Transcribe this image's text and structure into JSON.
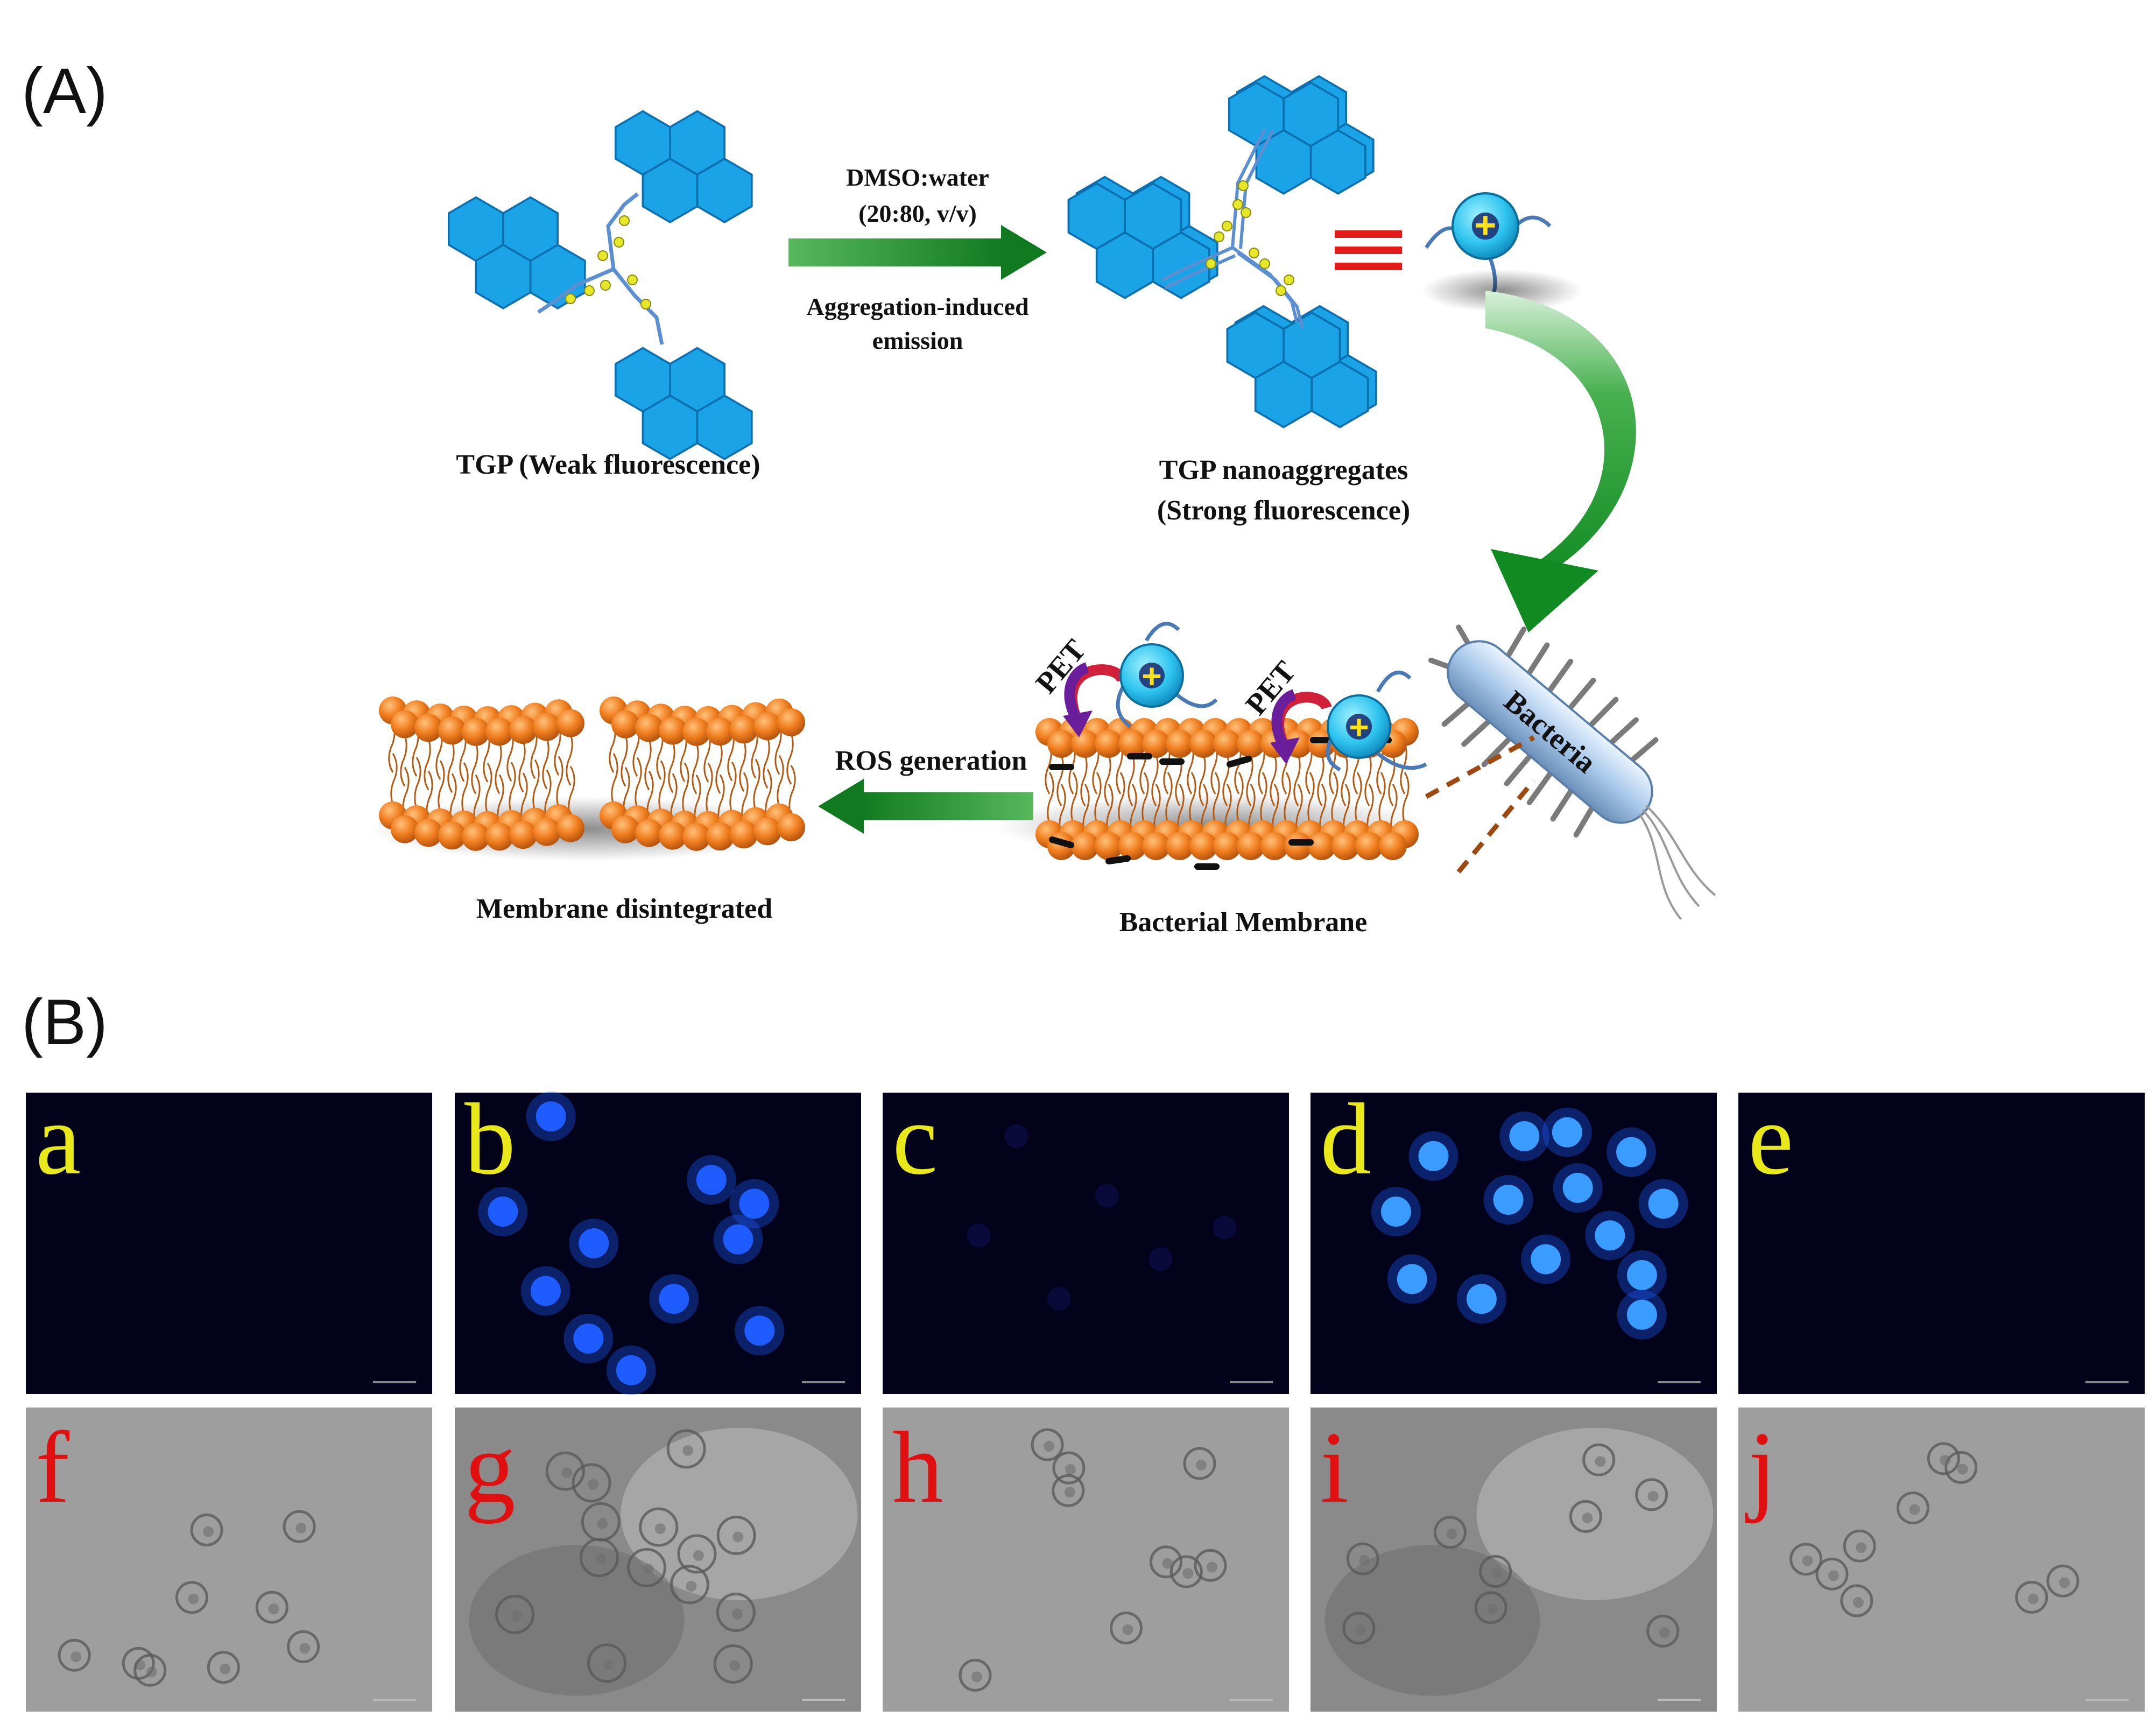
{
  "panels": {
    "A": {
      "label": "(A)",
      "left_molecule_caption": "TGP (Weak fluorescence)",
      "arrow_text_top": [
        "DMSO:water",
        "(20:80, v/v)"
      ],
      "arrow_text_bottom": [
        "Aggregation-induced",
        "emission"
      ],
      "right_molecule_caption": [
        "TGP nanoaggregates",
        "(Strong fluorescence)"
      ],
      "pet_label": "PET",
      "ros_label": "ROS generation",
      "bacteria_label": "Bacteria",
      "membrane_left_caption": "Membrane disintegrated",
      "membrane_right_caption": "Bacterial Membrane",
      "charge_symbol": "+"
    },
    "B": {
      "label": "(B)",
      "fluorescence_row": [
        {
          "letter": "a",
          "signal": "none"
        },
        {
          "letter": "b",
          "signal": "strong"
        },
        {
          "letter": "c",
          "signal": "faint"
        },
        {
          "letter": "d",
          "signal": "strong"
        },
        {
          "letter": "e",
          "signal": "none"
        }
      ],
      "brightfield_row": [
        {
          "letter": "f"
        },
        {
          "letter": "g"
        },
        {
          "letter": "h"
        },
        {
          "letter": "i"
        },
        {
          "letter": "j"
        }
      ]
    }
  },
  "colors": {
    "pyrene": "#1aa3e6",
    "pyrene_edge": "#0b6fb0",
    "arrow_green": "#1f8f2e",
    "membrane_head": "#e8761a",
    "equiv_red": "#e31b1b",
    "fluor_bg": "#02021a",
    "cell_blue": "#1e5cff",
    "subletter_yellow": "#e8e81a",
    "subletter_red": "#e01010",
    "brightfield": "#9e9e9e"
  }
}
